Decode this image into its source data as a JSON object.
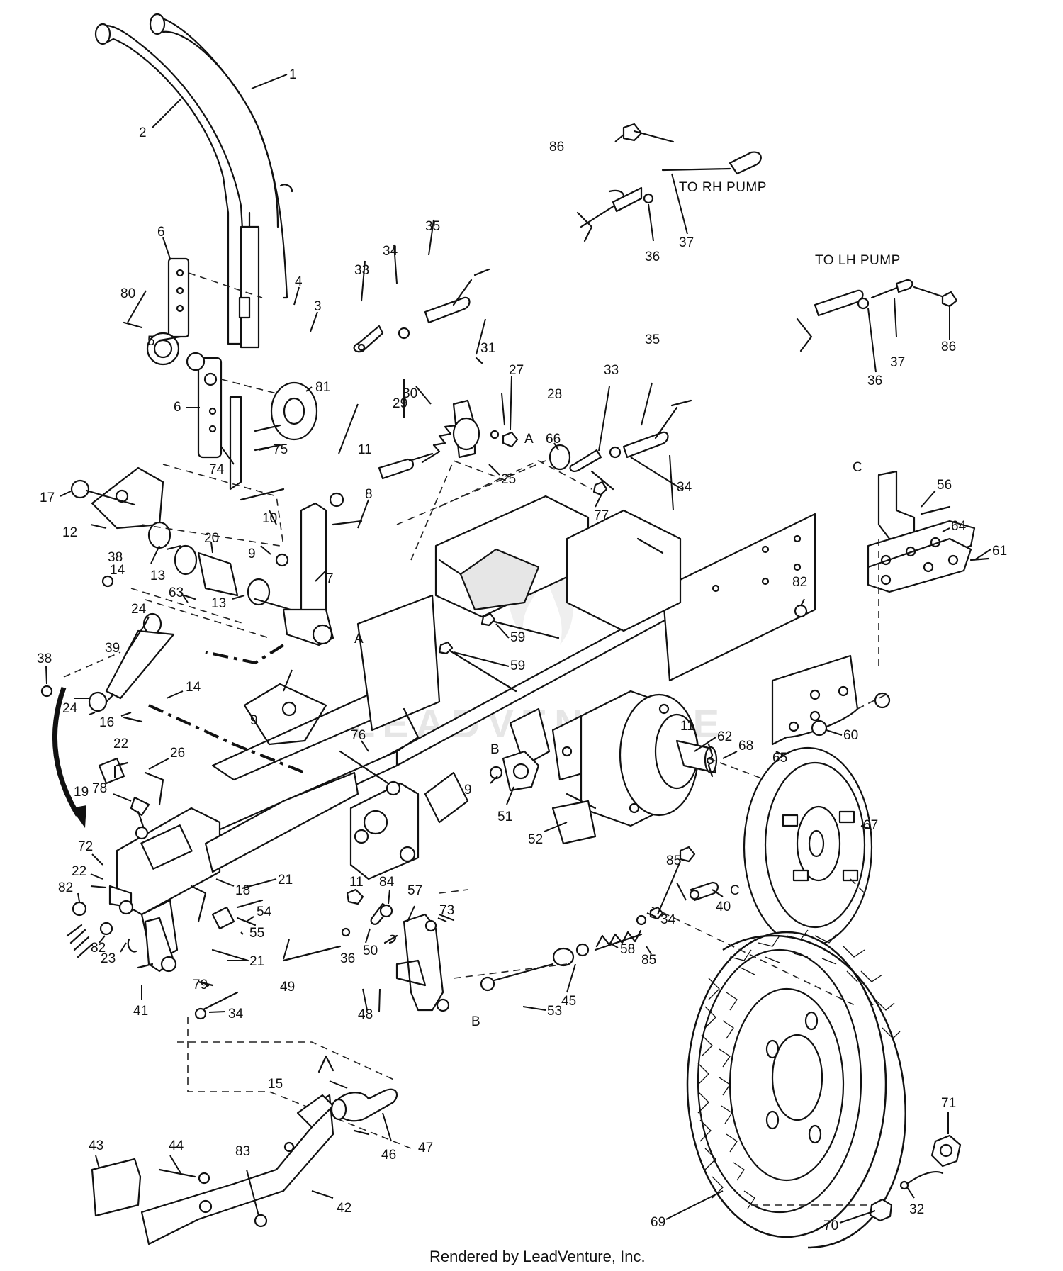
{
  "diagram": {
    "notes": {
      "to_rh_pump": "TO RH PUMP",
      "to_lh_pump": "TO LH PUMP"
    },
    "section_markers": [
      "A",
      "A",
      "B",
      "B",
      "C",
      "C"
    ],
    "watermark": "LEADVENTURE",
    "footer": "Rendered by LeadVenture, Inc.",
    "callouts": [
      {
        "n": "1"
      },
      {
        "n": "2"
      },
      {
        "n": "3"
      },
      {
        "n": "4"
      },
      {
        "n": "5"
      },
      {
        "n": "6"
      },
      {
        "n": "6"
      },
      {
        "n": "7"
      },
      {
        "n": "8"
      },
      {
        "n": "9"
      },
      {
        "n": "9"
      },
      {
        "n": "9"
      },
      {
        "n": "10"
      },
      {
        "n": "11"
      },
      {
        "n": "11"
      },
      {
        "n": "11"
      },
      {
        "n": "12"
      },
      {
        "n": "13"
      },
      {
        "n": "13"
      },
      {
        "n": "14"
      },
      {
        "n": "14"
      },
      {
        "n": "15"
      },
      {
        "n": "16"
      },
      {
        "n": "17"
      },
      {
        "n": "18"
      },
      {
        "n": "19"
      },
      {
        "n": "20"
      },
      {
        "n": "21"
      },
      {
        "n": "21"
      },
      {
        "n": "22"
      },
      {
        "n": "22"
      },
      {
        "n": "23"
      },
      {
        "n": "24"
      },
      {
        "n": "24"
      },
      {
        "n": "25"
      },
      {
        "n": "26"
      },
      {
        "n": "27"
      },
      {
        "n": "28"
      },
      {
        "n": "29"
      },
      {
        "n": "30"
      },
      {
        "n": "31"
      },
      {
        "n": "32"
      },
      {
        "n": "33"
      },
      {
        "n": "33"
      },
      {
        "n": "34"
      },
      {
        "n": "34"
      },
      {
        "n": "34"
      },
      {
        "n": "34"
      },
      {
        "n": "35"
      },
      {
        "n": "35"
      },
      {
        "n": "36"
      },
      {
        "n": "36"
      },
      {
        "n": "36"
      },
      {
        "n": "37"
      },
      {
        "n": "37"
      },
      {
        "n": "38"
      },
      {
        "n": "38"
      },
      {
        "n": "39"
      },
      {
        "n": "40"
      },
      {
        "n": "41"
      },
      {
        "n": "42"
      },
      {
        "n": "43"
      },
      {
        "n": "44"
      },
      {
        "n": "45"
      },
      {
        "n": "46"
      },
      {
        "n": "47"
      },
      {
        "n": "48"
      },
      {
        "n": "49"
      },
      {
        "n": "50"
      },
      {
        "n": "51"
      },
      {
        "n": "52"
      },
      {
        "n": "53"
      },
      {
        "n": "54"
      },
      {
        "n": "55"
      },
      {
        "n": "56"
      },
      {
        "n": "57"
      },
      {
        "n": "58"
      },
      {
        "n": "59"
      },
      {
        "n": "59"
      },
      {
        "n": "60"
      },
      {
        "n": "61"
      },
      {
        "n": "62"
      },
      {
        "n": "63"
      },
      {
        "n": "64"
      },
      {
        "n": "65"
      },
      {
        "n": "66"
      },
      {
        "n": "67"
      },
      {
        "n": "68"
      },
      {
        "n": "69"
      },
      {
        "n": "70"
      },
      {
        "n": "71"
      },
      {
        "n": "72"
      },
      {
        "n": "73"
      },
      {
        "n": "74"
      },
      {
        "n": "75"
      },
      {
        "n": "76"
      },
      {
        "n": "77"
      },
      {
        "n": "78"
      },
      {
        "n": "79"
      },
      {
        "n": "80"
      },
      {
        "n": "81"
      },
      {
        "n": "82"
      },
      {
        "n": "82"
      },
      {
        "n": "82"
      },
      {
        "n": "83"
      },
      {
        "n": "84"
      },
      {
        "n": "85"
      },
      {
        "n": "85"
      },
      {
        "n": "86"
      },
      {
        "n": "86"
      }
    ]
  }
}
